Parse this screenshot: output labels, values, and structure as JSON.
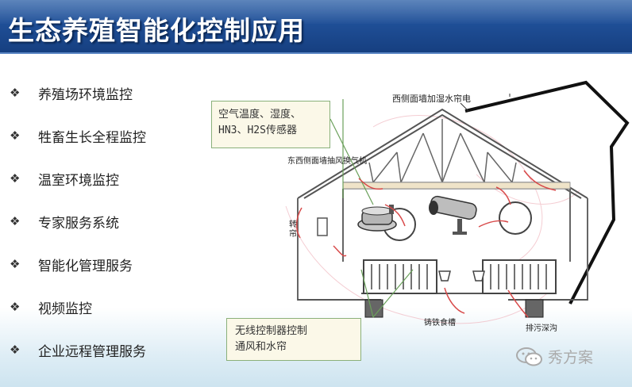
{
  "title": "生态养殖智能化控制应用",
  "bullet_symbol": "❖",
  "bullets": [
    "养殖场环境监控",
    "牲畜生长全程监控",
    "温室环境监控",
    "专家服务系统",
    "智能化管理服务",
    "视频监控",
    "企业远程管理服务"
  ],
  "diagram": {
    "callout_sensors": [
      "空气温度、湿度、",
      "HN3、H2S传感器"
    ],
    "callout_controller": [
      "无线控制器控制",
      "通风和水帘"
    ],
    "label_west_wall": "西侧面墙加湿水帘电",
    "label_fan": "东西侧面墙抽风换气机",
    "label_curtain": [
      "转",
      "帘"
    ],
    "label_trough": "铸铁食槽",
    "label_drain": "排污深沟"
  },
  "watermark": "秀方案",
  "colors": {
    "title_bg": "#1f4f97",
    "title_text": "#ffffff",
    "callout_border": "#8ab07a",
    "arrow": "#d84a4a"
  }
}
